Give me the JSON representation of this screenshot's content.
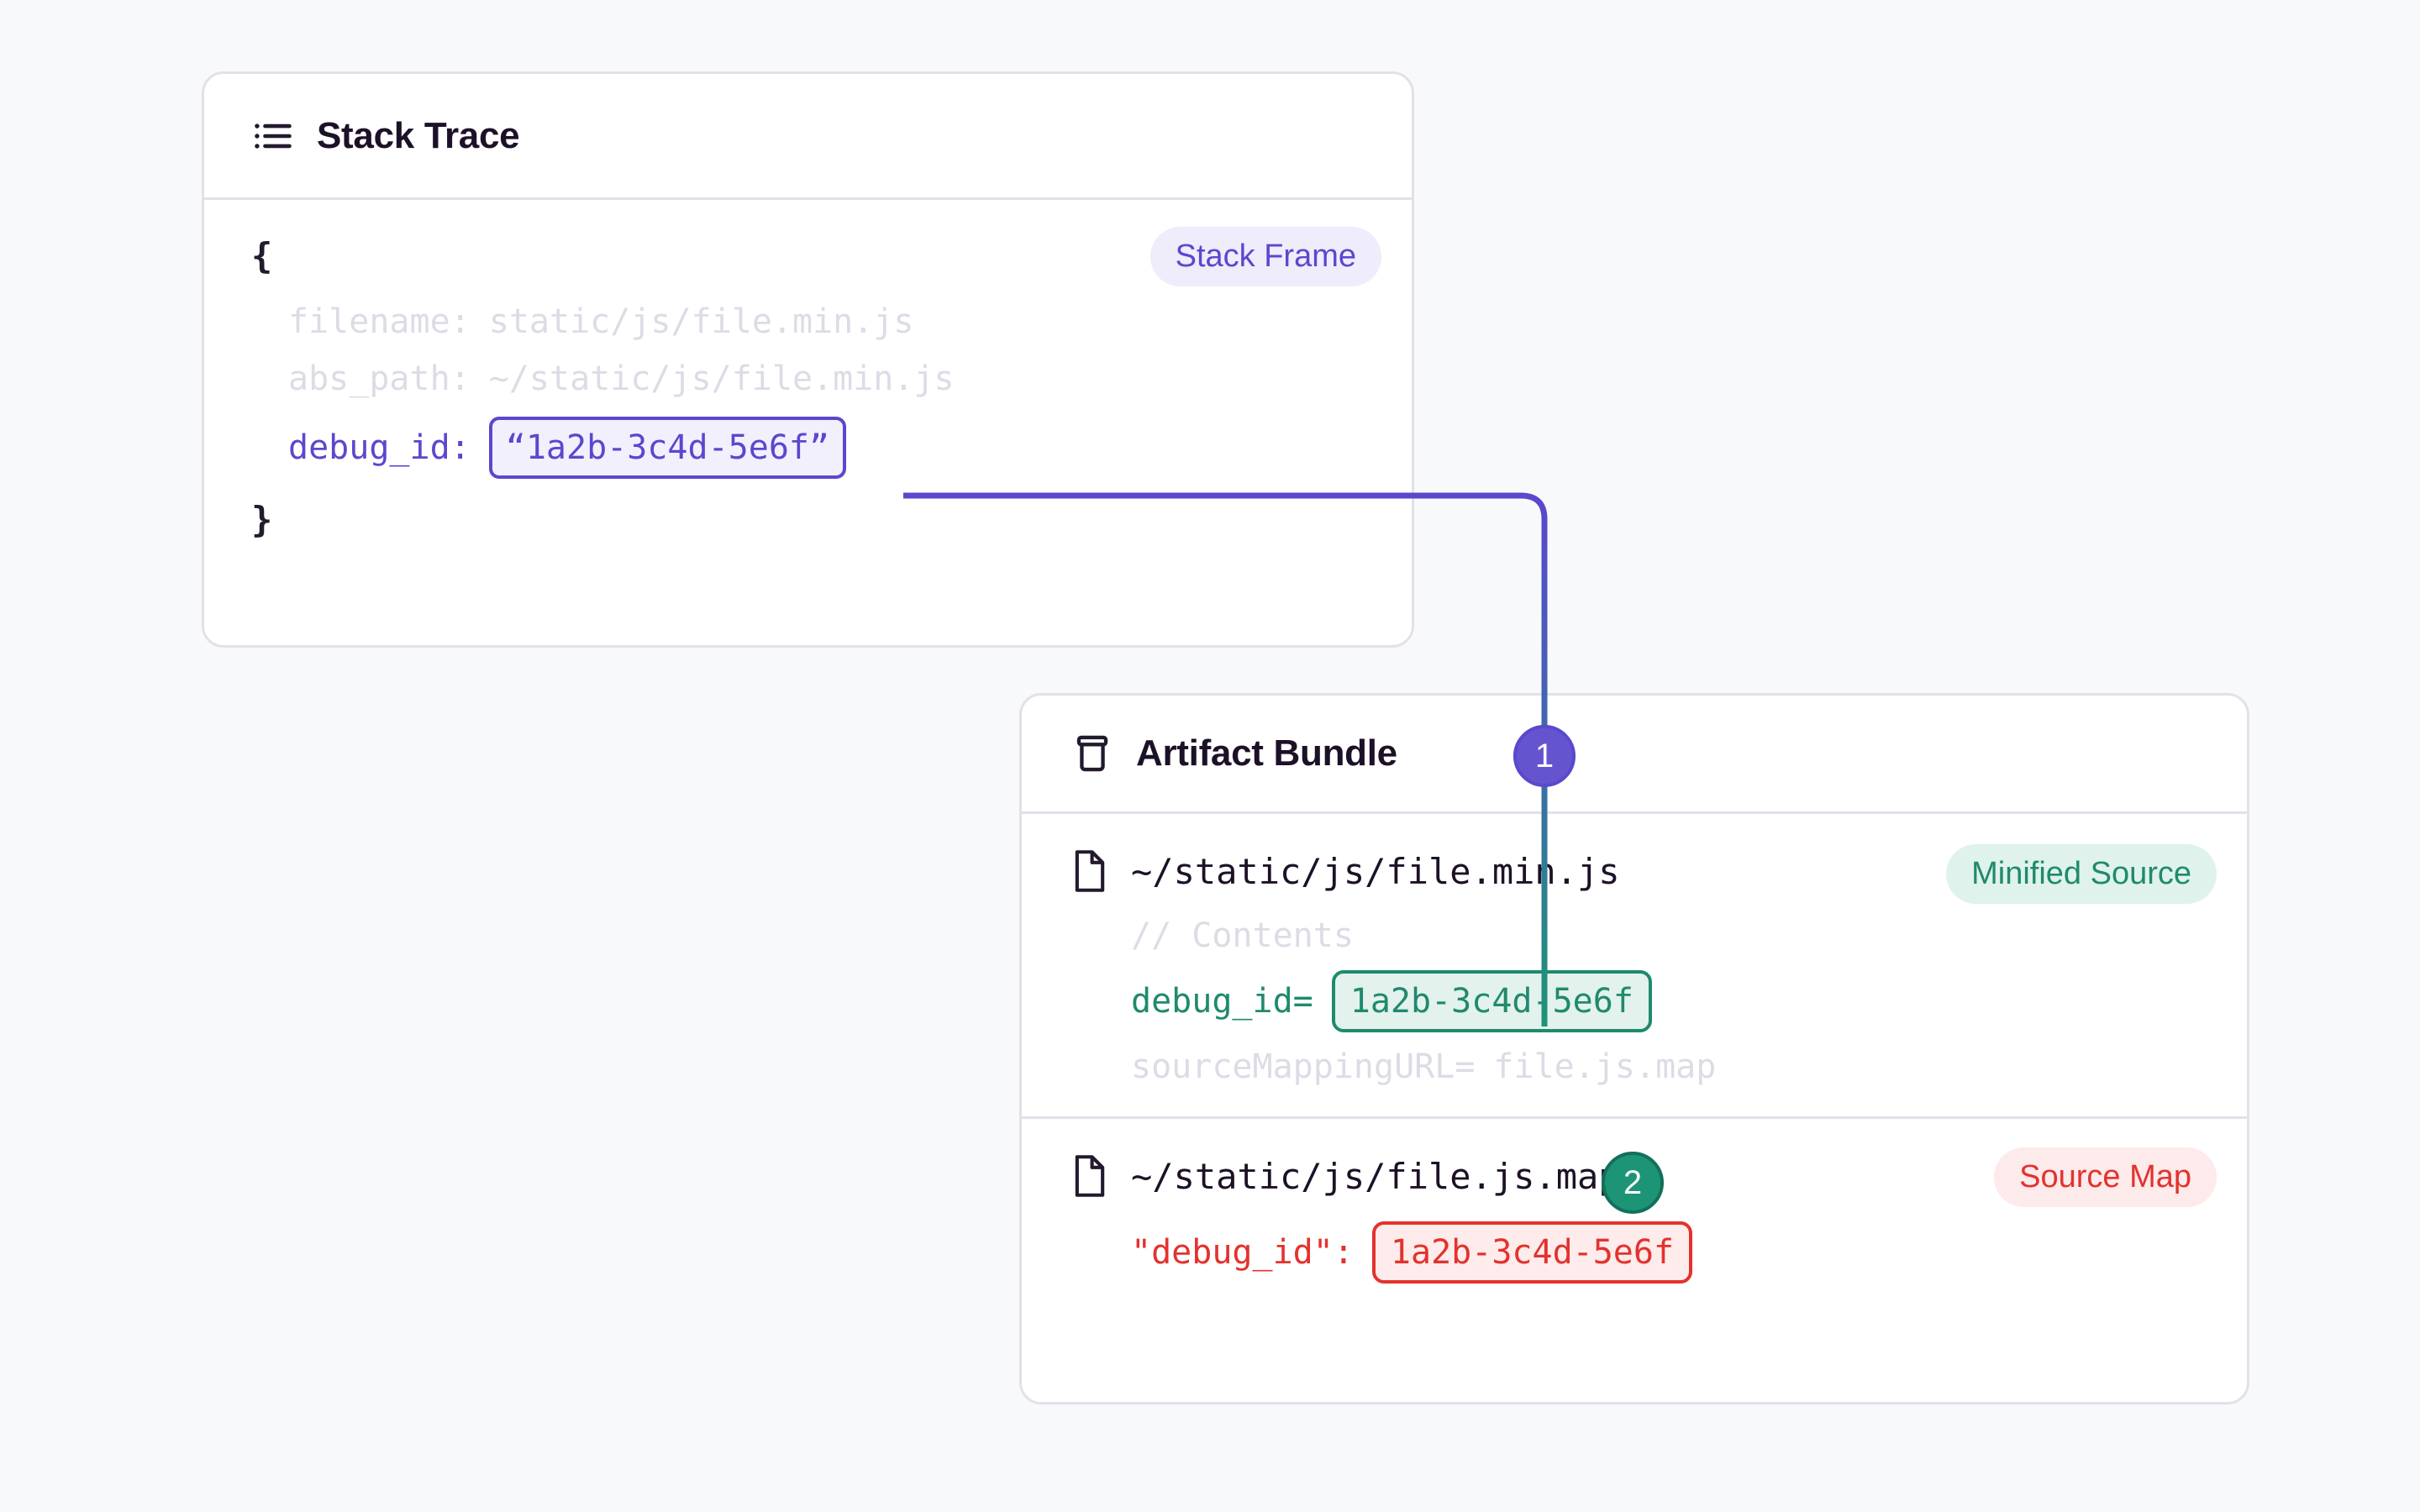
{
  "page": {
    "background_color": "#f8f9fb",
    "accent_purple": "#5a48cd",
    "accent_green": "#1f8a6d",
    "accent_red": "#e3322e"
  },
  "stack_trace_panel": {
    "icon": "list-icon",
    "title": "Stack Trace",
    "badge": {
      "label": "Stack Frame",
      "color": "#5a48cd"
    },
    "open_brace": "{",
    "close_brace": "}",
    "fields": [
      {
        "key": "filename:",
        "value": "static/js/file.min.js",
        "muted": true
      },
      {
        "key": "abs_path:",
        "value": "~/static/js/file.min.js",
        "muted": true
      },
      {
        "key": "debug_id:",
        "value": "“1a2b-3c4d-5e6f”",
        "muted": false
      }
    ]
  },
  "artifact_bundle_panel": {
    "icon": "package-icon",
    "title": "Artifact Bundle",
    "files": [
      {
        "icon": "file-icon",
        "name": "~/static/js/file.min.js",
        "badge": {
          "label": "Minified Source",
          "color": "#1f8a6d"
        },
        "lines": [
          {
            "text": "// Contents",
            "muted": true
          },
          {
            "key": "debug_id=",
            "value": "1a2b-3c4d-5e6f",
            "highlight": "green"
          },
          {
            "key": "sourceMappingURL=",
            "value": "file.js.map",
            "muted": true
          }
        ]
      },
      {
        "icon": "file-icon",
        "name": "~/static/js/file.js.map",
        "badge": {
          "label": "Source Map",
          "color": "#e3322e"
        },
        "lines": [
          {
            "key": "\"debug_id\":",
            "value": "1a2b-3c4d-5e6f",
            "highlight": "red"
          }
        ]
      }
    ]
  },
  "connectors": {
    "steps": [
      {
        "number": "1",
        "color": "#6455cf"
      },
      {
        "number": "2",
        "color": "#1d9476"
      }
    ]
  }
}
